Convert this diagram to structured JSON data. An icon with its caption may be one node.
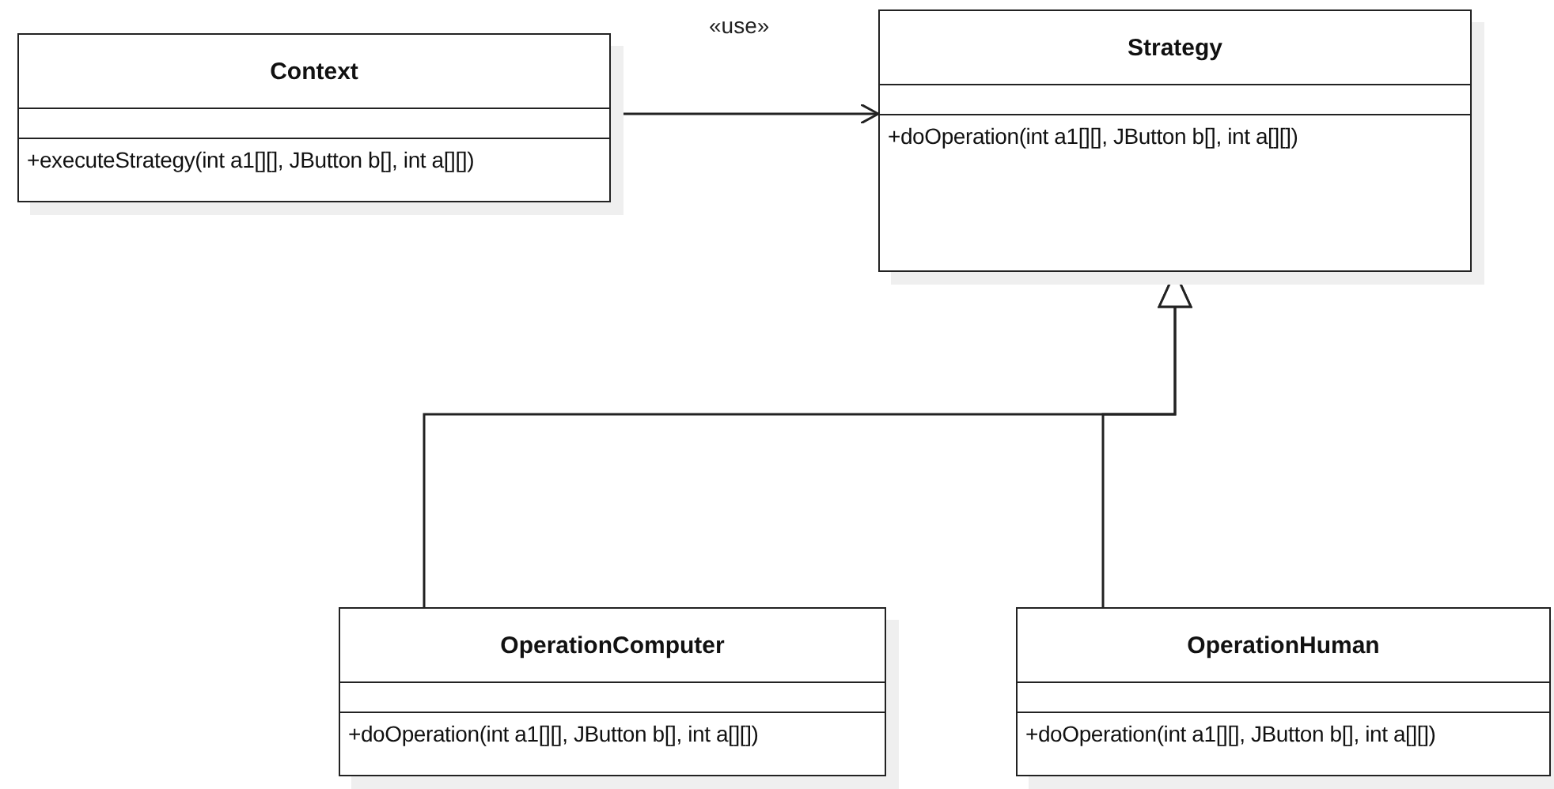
{
  "diagram": {
    "nodes": [
      {
        "text": [
          "Context",
          "+executeStrategy(int a1[][], JButton b[], int a[][])"
        ]
      },
      {
        "text": [
          "Strategy",
          "+doOperation(int a1[][], JButton b[], int a[][])"
        ]
      },
      {
        "text": [
          "OperationComputer",
          "+doOperation(int a1[][], JButton b[], int a[][])"
        ]
      },
      {
        "text": [
          "OperationHuman",
          "+doOperation(int a1[][], JButton b[], int a[][])"
        ]
      }
    ],
    "edges": [
      {
        "from": 0,
        "to": 1,
        "arrow": "to",
        "label": "«use»"
      },
      {
        "from": 2,
        "to": 1,
        "arrow": "to"
      },
      {
        "from": 3,
        "to": 1,
        "arrow": "to"
      }
    ]
  }
}
